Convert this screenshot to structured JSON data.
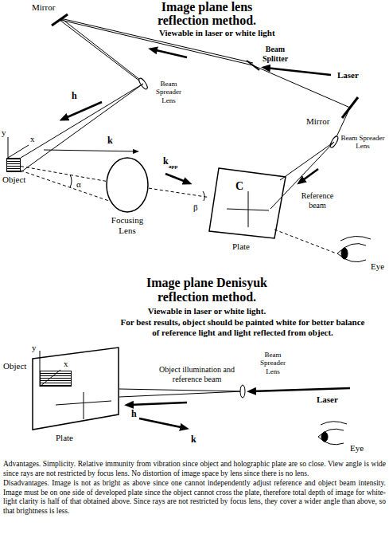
{
  "diagram": {
    "title": "Image plane lens reflection method.",
    "nodes": [
      {
        "text": [
          "Object"
        ]
      },
      {
        "text": [
          "Focusing Lens"
        ]
      },
      {
        "text": [
          "C",
          "Plate"
        ]
      },
      {
        "text": [
          "Plate"
        ]
      },
      {
        "text": [
          "Object"
        ],
        "in": 3
      }
    ],
    "edges": [
      {
        "from": 0,
        "to": 1,
        "arrow": "none"
      },
      {
        "from": 1,
        "to": 2,
        "arrow": "none"
      }
    ],
    "labels": [
      "Mirror",
      "Viewable in laser or white light",
      "Beam Splitter",
      "Laser",
      "Beam Spreader Lens",
      "h",
      "y",
      "x",
      "k",
      "α",
      "k",
      "app",
      "β",
      "Mirror",
      "Beam Spreader Lens",
      "Reference beam",
      "Eye",
      "Image plane Denisyuk reflection method.",
      "Viewable in laser or white light.",
      "For best results, object should be painted white for better balance of reference light and light reflected from object.",
      "y",
      "x",
      "Object illumination and reference beam",
      "Beam Spreader Lens",
      "Laser",
      "h",
      "k",
      "Eye",
      "Advantages. Simplicity. Relative immunity from vibration since object and holographic plate are so close. View angle is wide since rays are not restricted by focus lens. No distortion of image space by lens since there is no lens.",
      "Disadvantages. Image is not as bright as above since one cannot independently adjust reference and object beam intensity. Image must be on one side of developed plate since the object cannot cross the plate, therefore total depth of image for white-light clarity is half of that obtained above. Since rays are not restricted by focus lens, they cover a wider angle than above, so that brightness is less."
    ]
  }
}
